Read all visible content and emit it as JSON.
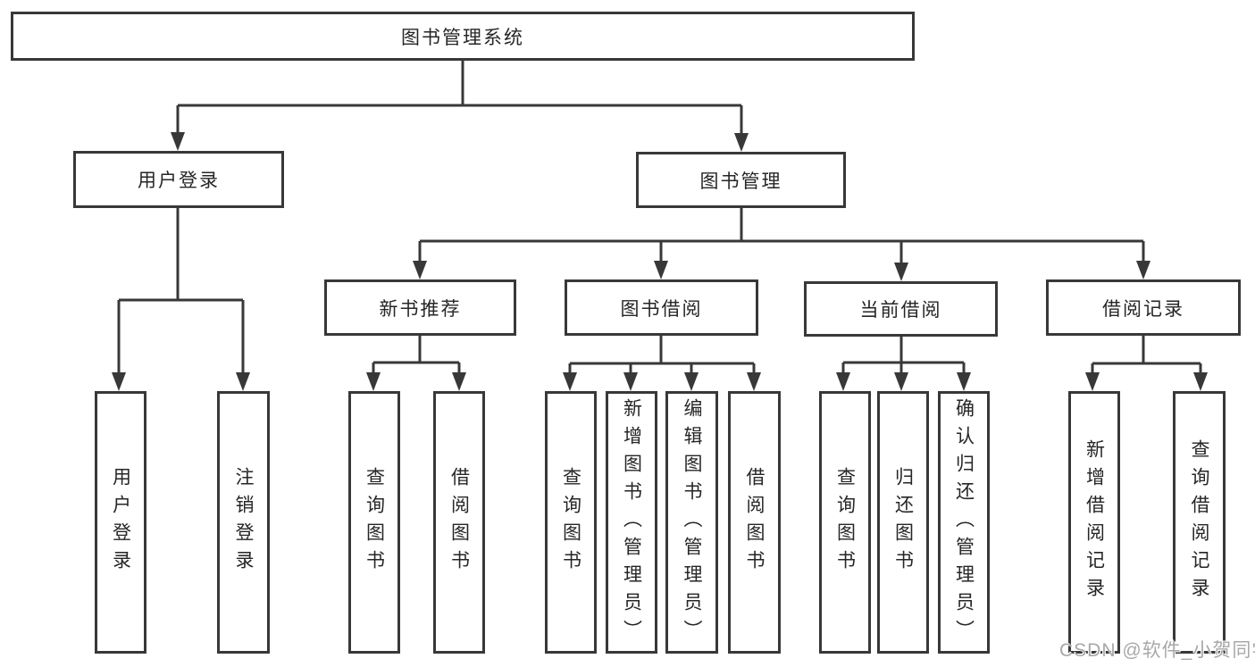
{
  "watermark": "CSDN @软件_小贺同学",
  "colors": {
    "line": "#383838",
    "text": "#262626",
    "watermark": "#a8a8a8",
    "background": "#ffffff"
  },
  "tree": {
    "root": {
      "label": "图书管理系统"
    },
    "branches": [
      {
        "label": "用户登录",
        "children": [
          {
            "label": "用户登录"
          },
          {
            "label": "注销登录"
          }
        ]
      },
      {
        "label": "图书管理",
        "groups": [
          {
            "label": "新书推荐",
            "children": [
              {
                "label": "查询图书"
              },
              {
                "label": "借阅图书"
              }
            ]
          },
          {
            "label": "图书借阅",
            "children": [
              {
                "label": "查询图书"
              },
              {
                "label": "新增图书（管理员）"
              },
              {
                "label": "编辑图书（管理员）"
              },
              {
                "label": "借阅图书"
              }
            ]
          },
          {
            "label": "当前借阅",
            "children": [
              {
                "label": "查询图书"
              },
              {
                "label": "归还图书"
              },
              {
                "label": "确认归还（管理员）"
              }
            ]
          },
          {
            "label": "借阅记录",
            "children": [
              {
                "label": "新增借阅记录"
              },
              {
                "label": "查询借阅记录"
              }
            ]
          }
        ]
      }
    ]
  }
}
